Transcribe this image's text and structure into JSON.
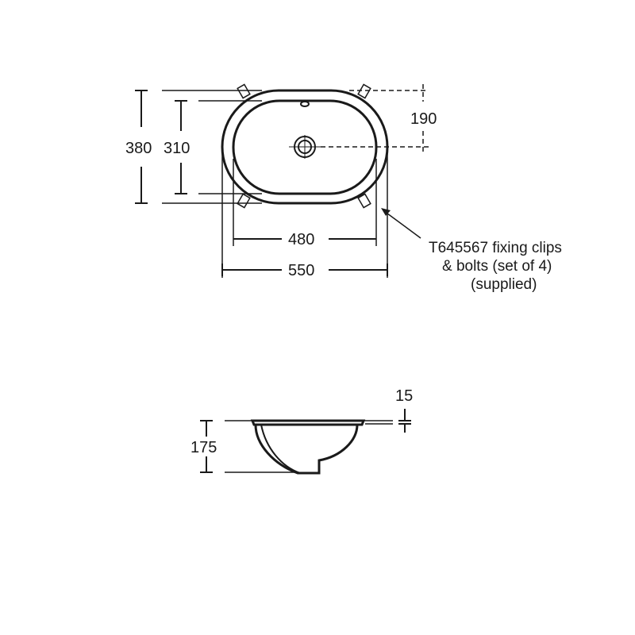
{
  "plan_view": {
    "dimensions": {
      "overall_depth": "380",
      "bowl_depth": "310",
      "waste_offset": "190",
      "bowl_width": "480",
      "overall_width": "550"
    },
    "note": {
      "line1": "T645567 fixing clips",
      "line2": "& bolts (set of 4)",
      "line3": "(supplied)"
    }
  },
  "side_view": {
    "dimensions": {
      "height": "175",
      "rim_thickness": "15"
    }
  },
  "colors": {
    "line": "#1a1a1a",
    "background": "#ffffff"
  }
}
